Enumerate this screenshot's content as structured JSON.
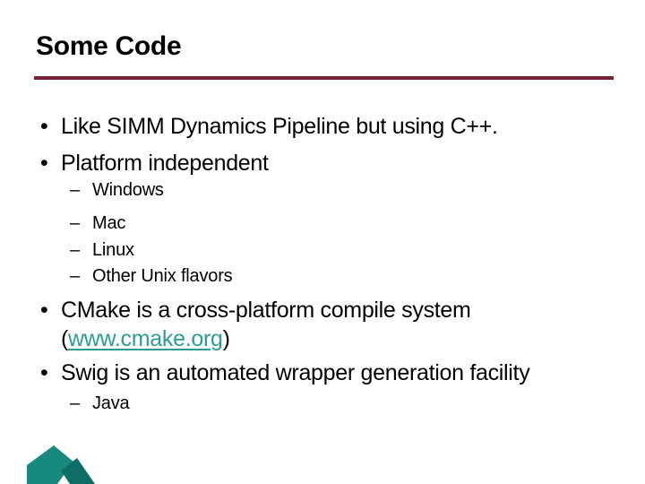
{
  "slide": {
    "title": "Some Code",
    "colors": {
      "accent_rule": "#7D2035",
      "link": "#2D9C94",
      "text": "#000000",
      "logo_teal": "#17897E",
      "logo_teal_dark": "#0D6E66"
    }
  },
  "glyphs": {
    "bullet": "•",
    "dash": "–"
  },
  "content": {
    "bullet1": "Like SIMM Dynamics Pipeline but using C++.",
    "bullet2": "Platform independent",
    "sub_windows": "Windows",
    "sub_mac": "Mac",
    "sub_linux": "Linux",
    "sub_other": "Other Unix flavors",
    "bullet3_line1": "CMake is a cross-platform compile system",
    "bullet3_open_paren": "(",
    "bullet3_link": "www.cmake.org",
    "bullet3_close_paren": ")",
    "bullet4": "Swig is an automated wrapper generation facility",
    "sub_java": "Java"
  }
}
